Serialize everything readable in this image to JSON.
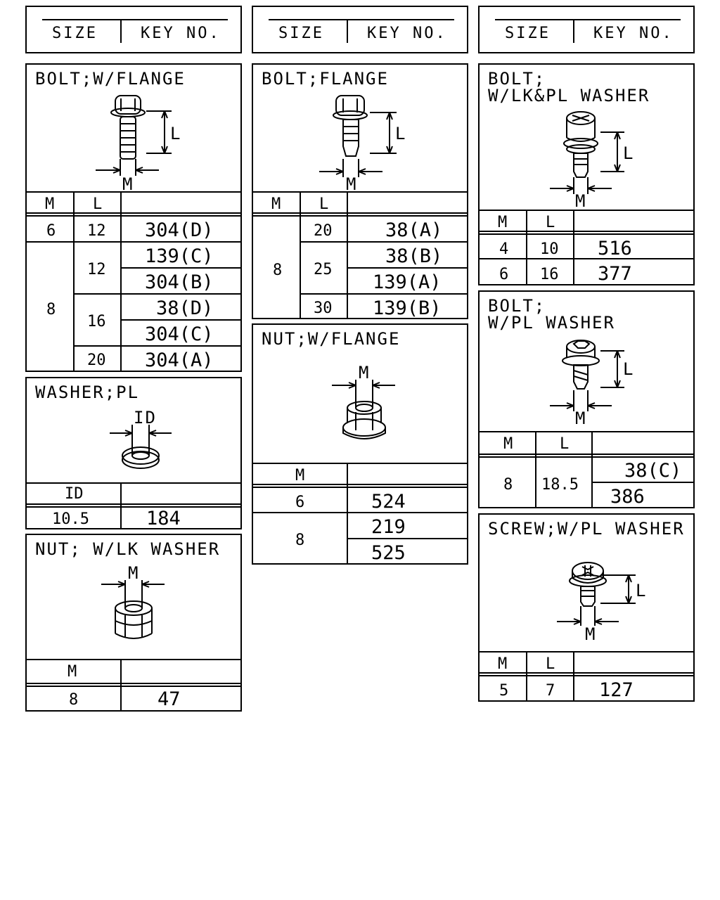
{
  "header": {
    "size_label": "SIZE",
    "keyno_label": "KEY NO."
  },
  "bolt_w_flange": {
    "title": "BOLT;W/FLANGE",
    "dim_l": "L",
    "dim_m": "M",
    "col_m": "M",
    "col_l": "L",
    "rows": [
      {
        "m": "6",
        "l": "12",
        "key": "304(D)"
      },
      {
        "m": "8",
        "l": "12",
        "key": "139(C)"
      },
      {
        "key": "304(B)"
      },
      {
        "l": "16",
        "key": "38(D)"
      },
      {
        "key": "304(C)"
      },
      {
        "l": "20",
        "key": "304(A)"
      }
    ]
  },
  "bolt_flange": {
    "title": "BOLT;FLANGE",
    "dim_l": "L",
    "dim_m": "M",
    "col_m": "M",
    "col_l": "L",
    "rows": [
      {
        "m": "8",
        "l": "20",
        "key": "38(A)"
      },
      {
        "l": "25",
        "key": "38(B)"
      },
      {
        "key": "139(A)"
      },
      {
        "l": "30",
        "key": "139(B)"
      }
    ]
  },
  "bolt_lk_pl": {
    "title_line1": "BOLT;",
    "title_line2": "W/LK&PL WASHER",
    "dim_l": "L",
    "dim_m": "M",
    "col_m": "M",
    "col_l": "L",
    "rows": [
      {
        "m": "4",
        "l": "10",
        "key": "516"
      },
      {
        "m": "6",
        "l": "16",
        "key": "377"
      }
    ]
  },
  "bolt_pl": {
    "title_line1": "BOLT;",
    "title_line2": "W/PL WASHER",
    "dim_l": "L",
    "dim_m": "M",
    "col_m": "M",
    "col_l": "L",
    "rows": [
      {
        "m": "8",
        "l": "18.5",
        "key": "38(C)"
      },
      {
        "key": "386"
      }
    ]
  },
  "nut_w_flange": {
    "title": "NUT;W/FLANGE",
    "dim_m": "M",
    "col_m": "M",
    "rows": [
      {
        "m": "6",
        "key": "524"
      },
      {
        "m": "8",
        "key": "219"
      },
      {
        "key": "525"
      }
    ]
  },
  "washer_pl": {
    "title": "WASHER;PL",
    "dim_id": "ID",
    "col_id": "ID",
    "rows": [
      {
        "id": "10.5",
        "key": "184"
      }
    ]
  },
  "nut_lk": {
    "title": "NUT; W/LK WASHER",
    "dim_m": "M",
    "col_m": "M",
    "rows": [
      {
        "m": "8",
        "key": "47"
      }
    ]
  },
  "screw_pl": {
    "title": "SCREW;W/PL WASHER",
    "dim_l": "L",
    "dim_m": "M",
    "col_m": "M",
    "col_l": "L",
    "rows": [
      {
        "m": "5",
        "l": "7",
        "key": "127"
      }
    ]
  }
}
